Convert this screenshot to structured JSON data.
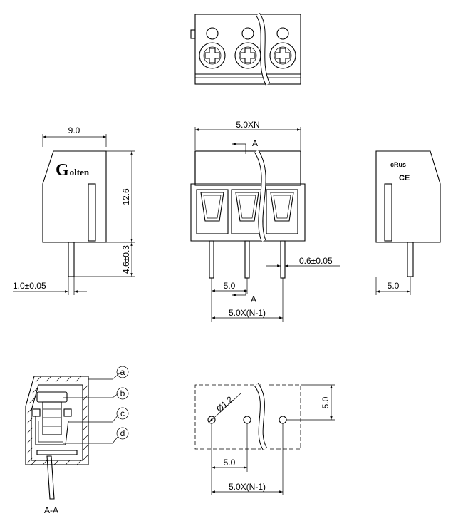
{
  "brand": {
    "logo_initial": "G",
    "logo_rest": "olten"
  },
  "certifications": {
    "ul": "c̲R̲us",
    "ce": "CE"
  },
  "dimensions": {
    "width_left": "9.0",
    "height_body": "12.6",
    "pin_length": "4.6±0.3",
    "pin_offset": "1.0±0.05",
    "total_pitch_top": "5.0XN",
    "pitch_front": "5.0",
    "pitch_span_front": "5.0X(N-1)",
    "pin_thickness": "0.6±0.05",
    "pitch_right": "5.0",
    "hole_diameter": "Ø1.2",
    "pcb_row_offset": "5.0",
    "pitch_pcb": "5.0",
    "pitch_span_pcb": "5.0X(N-1)"
  },
  "section": {
    "marker_top": "A",
    "marker_bottom": "A",
    "view_label": "A-A"
  },
  "callouts": [
    "a",
    "b",
    "c",
    "d"
  ]
}
